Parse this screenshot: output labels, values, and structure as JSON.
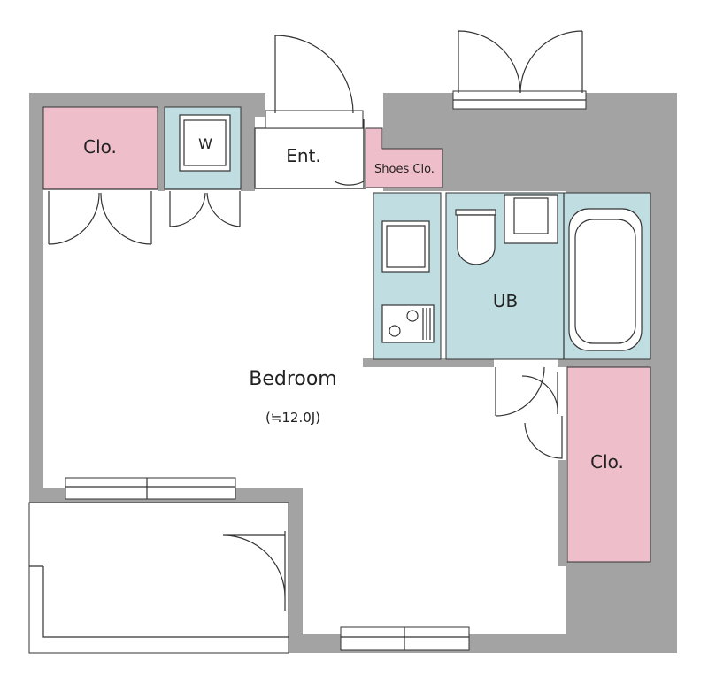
{
  "rooms": {
    "closet_top_left": "Clo.",
    "washer": "W",
    "entrance": "Ent.",
    "shoes_closet": "Shoes  Clo.",
    "unit_bath": "UB",
    "bedroom": "Bedroom",
    "bedroom_area": "(≒12.0J)",
    "closet_right": "Clo."
  },
  "colors": {
    "wall": "#a3a3a3",
    "closet": "#eebfcb",
    "wet_area": "#c0dde1",
    "floor": "#ffffff",
    "line": "#333333"
  }
}
